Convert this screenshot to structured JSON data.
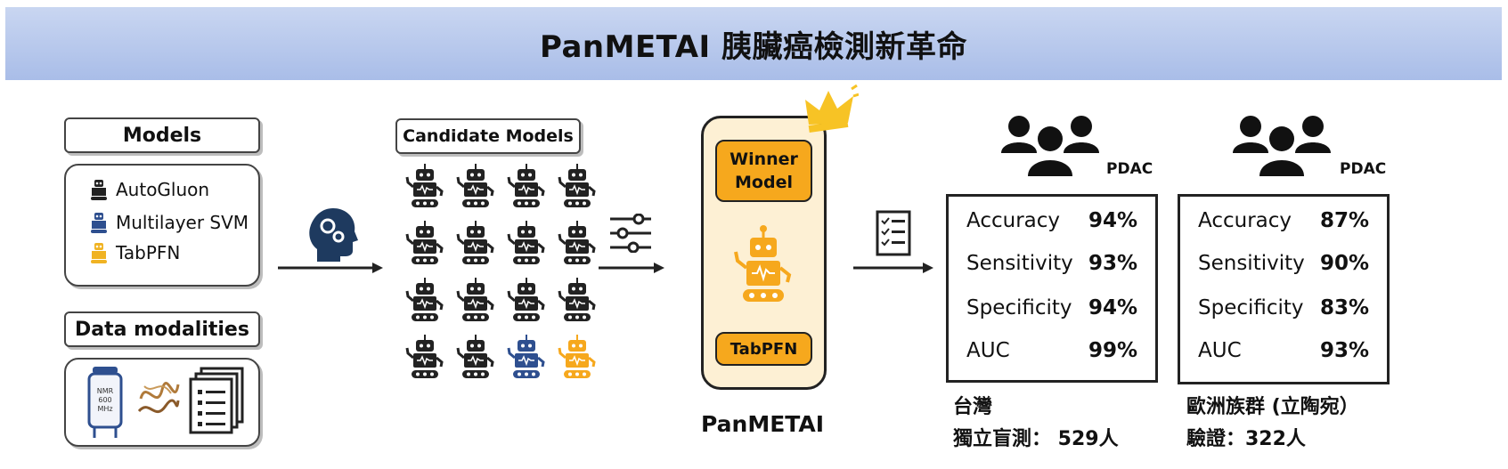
{
  "banner": {
    "title": "PanMETAI 胰臟癌檢測新革命"
  },
  "models_section": {
    "title": "Models",
    "items": [
      {
        "label": "AutoGluon",
        "color": "#222222"
      },
      {
        "label": "Multilayer SVM",
        "color": "#2e4f8f"
      },
      {
        "label": "TabPFN",
        "color": "#f0b323"
      }
    ]
  },
  "data_section": {
    "title": "Data modalities",
    "nmr_label": "NMR\n600\nMHz"
  },
  "candidates": {
    "title": "Candidate Models",
    "rows": 4,
    "cols": 4
  },
  "winner": {
    "title": "Winner\nModel",
    "model_name": "TabPFN",
    "caption": "PanMETAI"
  },
  "results": [
    {
      "group_label": "PDAC",
      "metrics": [
        {
          "name": "Accuracy",
          "value": "94%"
        },
        {
          "name": "Sensitivity",
          "value": "93%"
        },
        {
          "name": "Specificity",
          "value": "94%"
        },
        {
          "name": "AUC",
          "value": "99%"
        }
      ],
      "caption_line1": "台灣",
      "caption_line2": "獨立盲測： 529人"
    },
    {
      "group_label": "PDAC",
      "metrics": [
        {
          "name": "Accuracy",
          "value": "87%"
        },
        {
          "name": "Sensitivity",
          "value": "90%"
        },
        {
          "name": "Specificity",
          "value": "83%"
        },
        {
          "name": "AUC",
          "value": "93%"
        }
      ],
      "caption_line1": "歐洲族群 (立陶宛）",
      "caption_line2": "驗證：322人"
    }
  ],
  "colors": {
    "orange": "#f6a81d",
    "blue": "#2e4f8f",
    "dark": "#222222",
    "gold": "#f7c325"
  }
}
